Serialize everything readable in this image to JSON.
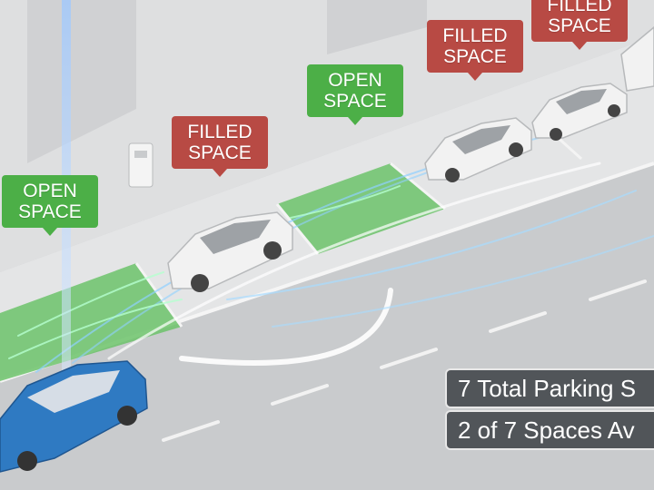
{
  "labels": [
    {
      "line1": "OPEN",
      "line2": "SPACE",
      "status": "open"
    },
    {
      "line1": "FILLED",
      "line2": "SPACE",
      "status": "filled"
    },
    {
      "line1": "OPEN",
      "line2": "SPACE",
      "status": "open"
    },
    {
      "line1": "FILLED",
      "line2": "SPACE",
      "status": "filled"
    },
    {
      "line1": "FILLED",
      "line2": "SPACE",
      "status": "filled"
    }
  ],
  "info": {
    "total_text": "7 Total Parking S",
    "available_text": "2 of 7 Spaces Av"
  },
  "colors": {
    "open": "#4caf47",
    "filled": "#b84a44",
    "vehicle": "#2f7ac2",
    "parked_car": "#f2f2f2",
    "info_box": "#44484c"
  }
}
